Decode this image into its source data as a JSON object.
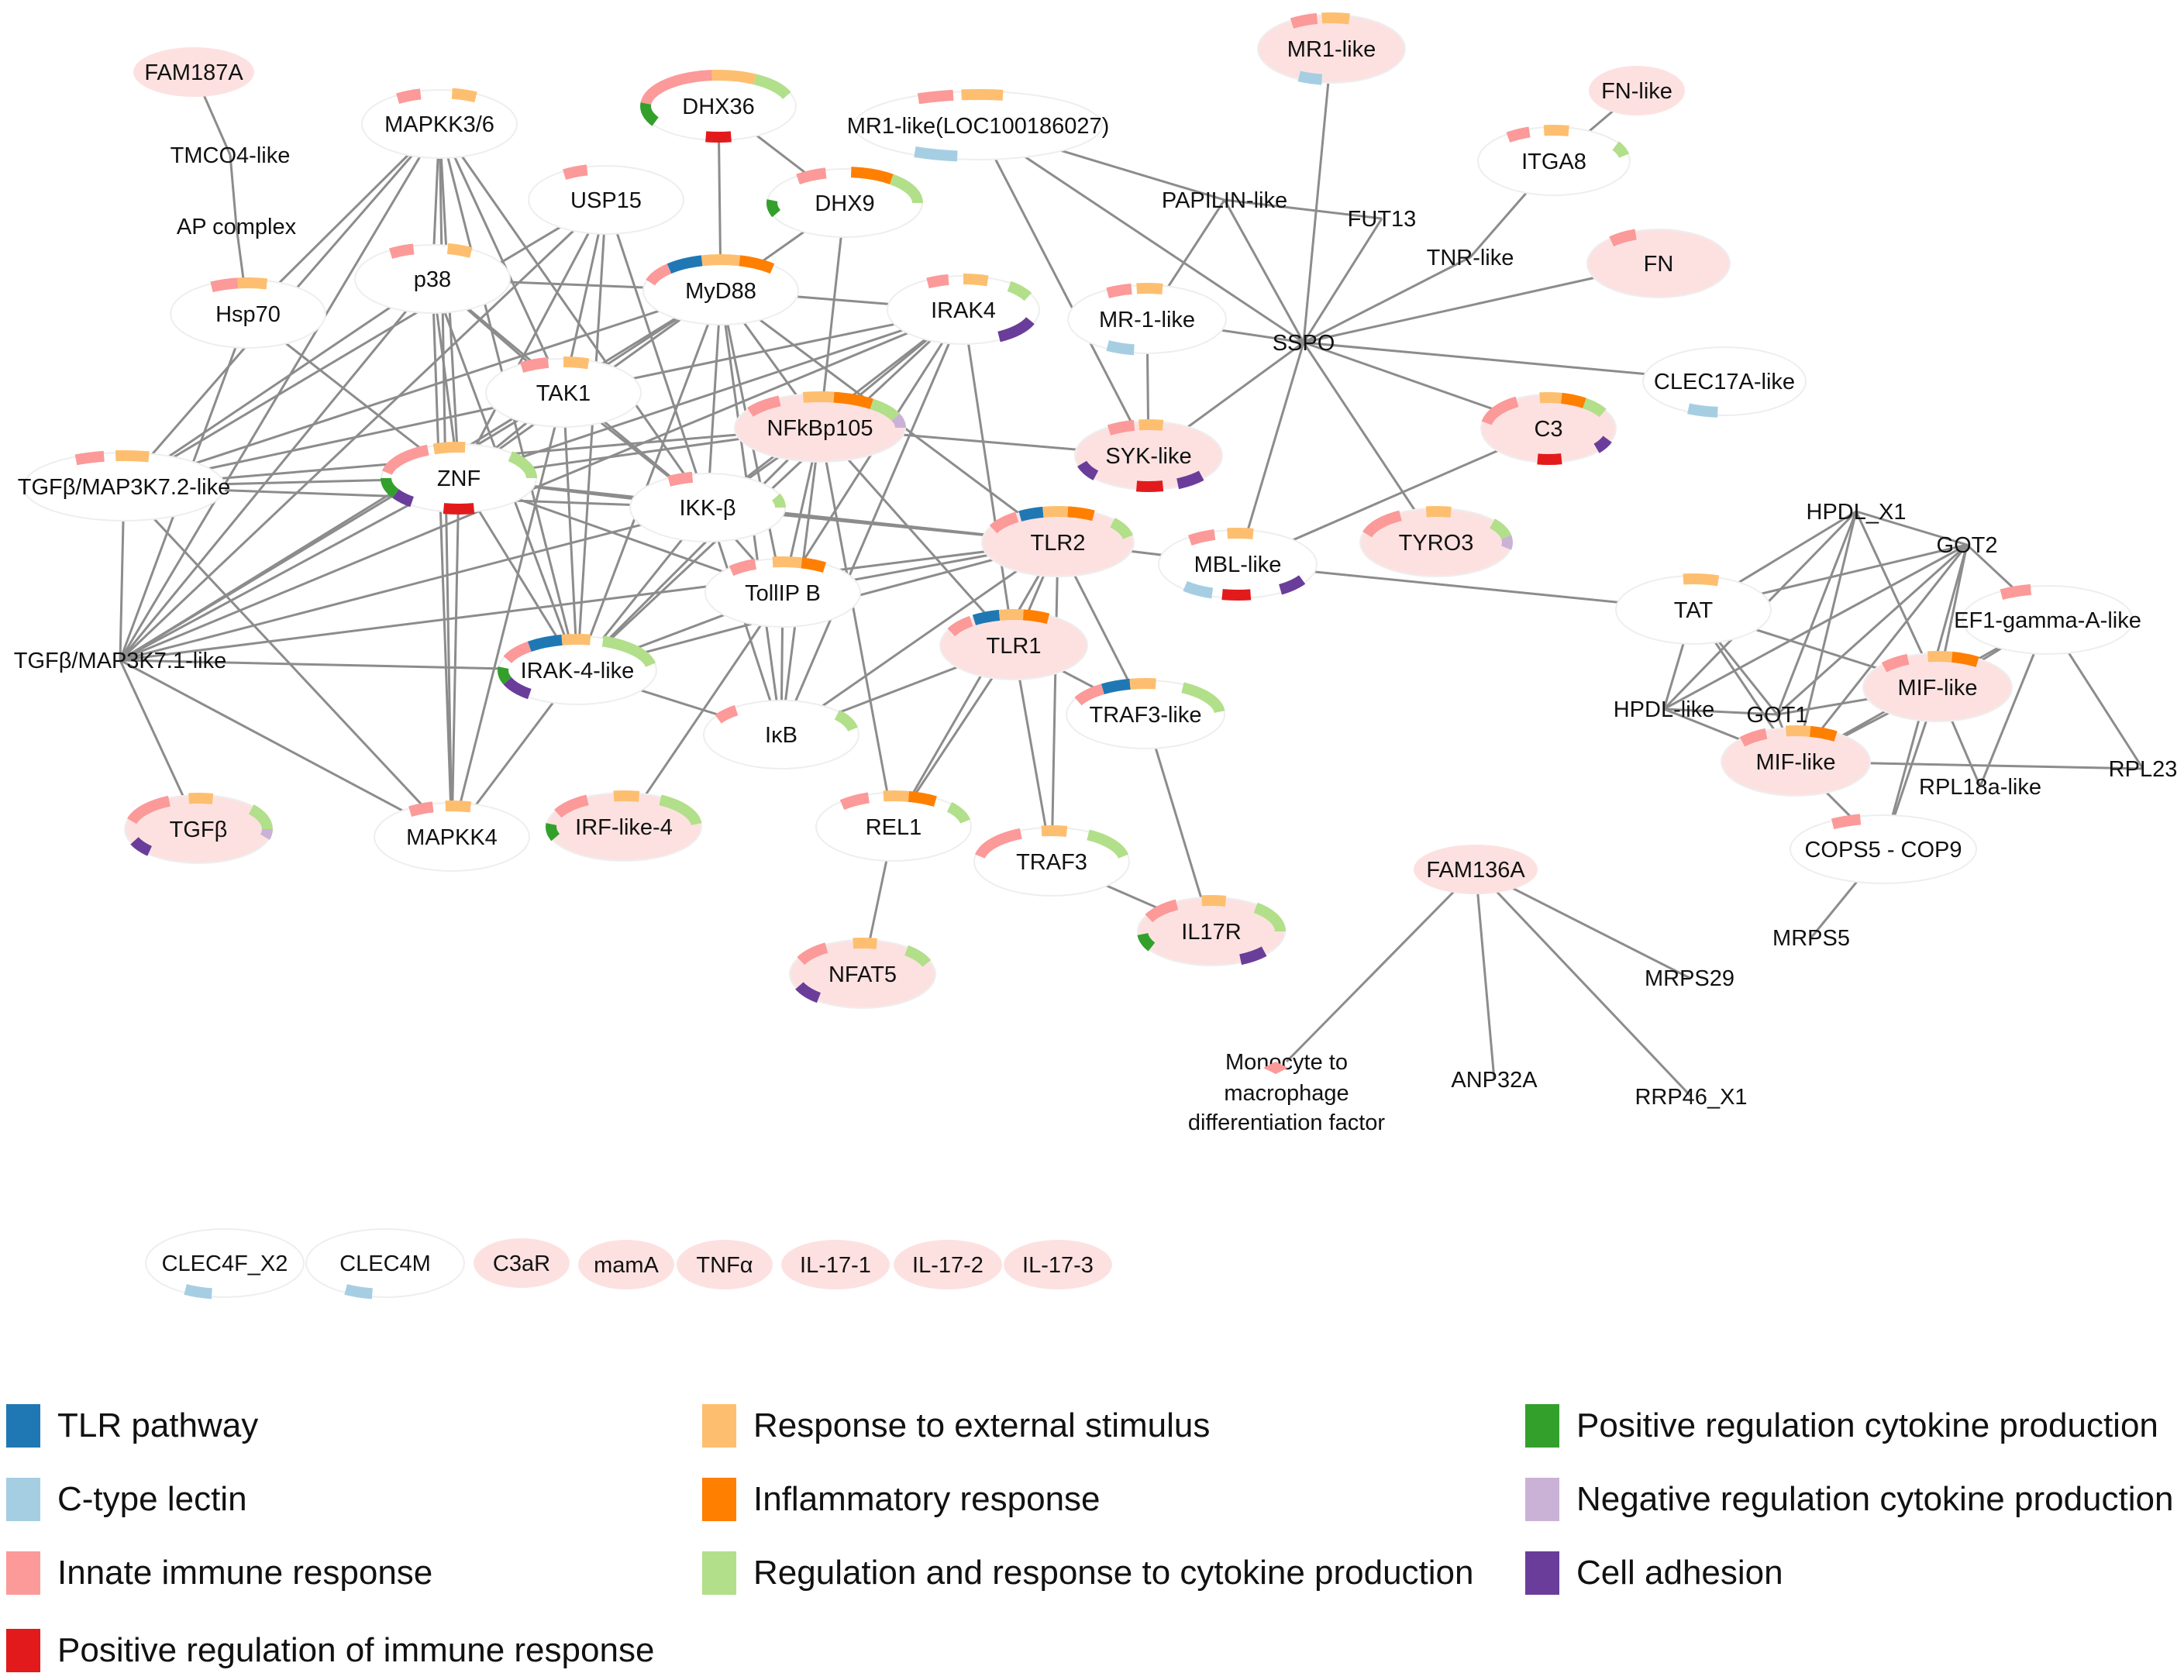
{
  "categories": {
    "tlr": {
      "label": "TLR pathway",
      "color": "#1f78b4"
    },
    "ctype": {
      "label": "C-type lectin",
      "color": "#a6cee3"
    },
    "innate": {
      "label": "Innate immune response",
      "color": "#fb9a99"
    },
    "posimm": {
      "label": "Positive regulation of immune response",
      "color": "#e31a1c"
    },
    "ext": {
      "label": "Response to external stimulus",
      "color": "#fdbf6f"
    },
    "infl": {
      "label": "Inflammatory response",
      "color": "#ff7f00"
    },
    "cyto": {
      "label": "Regulation and response to cytokine production",
      "color": "#b2df8a"
    },
    "poscyto": {
      "label": "Positive regulation cytokine production",
      "color": "#33a02c"
    },
    "negcyto": {
      "label": "Negative regulation cytokine production",
      "color": "#cab2d6"
    },
    "adh": {
      "label": "Cell adhesion",
      "color": "#6a3d9a"
    }
  },
  "legend_order": [
    "tlr",
    "ctype",
    "innate",
    "posimm",
    "ext",
    "infl",
    "cyto",
    "poscyto",
    "negcyto",
    "adh"
  ],
  "nodes": [
    {
      "id": "FAM187A",
      "label": "FAM187A",
      "fill": "pink"
    },
    {
      "id": "TMCO4",
      "label": "TMCO4-like"
    },
    {
      "id": "APcomplex",
      "label": "AP complex"
    },
    {
      "id": "Hsp70",
      "label": "Hsp70",
      "ring": true
    },
    {
      "id": "MAPKK36",
      "label": "MAPKK3/6",
      "ring": true
    },
    {
      "id": "USP15",
      "label": "USP15",
      "ring": true
    },
    {
      "id": "p38",
      "label": "p38",
      "ring": true
    },
    {
      "id": "DHX36",
      "label": "DHX36",
      "ring": true
    },
    {
      "id": "DHX9",
      "label": "DHX9",
      "ring": true
    },
    {
      "id": "MyD88",
      "label": "MyD88",
      "ring": true
    },
    {
      "id": "MR1LOC",
      "label": "MR1-like(LOC100186027)",
      "ring": true
    },
    {
      "id": "MR1like",
      "label": "MR1-like",
      "fill": "pink",
      "ring": true
    },
    {
      "id": "FNlike",
      "label": "FN-like",
      "fill": "pink"
    },
    {
      "id": "ITGA8",
      "label": "ITGA8",
      "ring": true
    },
    {
      "id": "PAPILIN",
      "label": "PAPILIN-like"
    },
    {
      "id": "FUT13",
      "label": "FUT13"
    },
    {
      "id": "TNR",
      "label": "TNR-like"
    },
    {
      "id": "FN",
      "label": "FN",
      "fill": "pink",
      "ring": true
    },
    {
      "id": "IRAK4",
      "label": "IRAK4",
      "ring": true
    },
    {
      "id": "MR1b",
      "label": "MR-1-like",
      "ring": true
    },
    {
      "id": "SSPO",
      "label": "SSPO"
    },
    {
      "id": "CLEC17A",
      "label": "CLEC17A-like",
      "ring": true
    },
    {
      "id": "TAK1",
      "label": "TAK1",
      "ring": true
    },
    {
      "id": "NFkB",
      "label": "NFkBp105",
      "fill": "pink",
      "ring": true
    },
    {
      "id": "SYK",
      "label": "SYK-like",
      "fill": "pink",
      "ring": true
    },
    {
      "id": "C3",
      "label": "C3",
      "fill": "pink",
      "ring": true
    },
    {
      "id": "TGFb72",
      "label": "TGFβ/MAP3K7.2-like",
      "ring": true
    },
    {
      "id": "ZNF",
      "label": "ZNF",
      "ring": true
    },
    {
      "id": "IKKb",
      "label": "IKK-β",
      "ring": true
    },
    {
      "id": "TLR2",
      "label": "TLR2",
      "fill": "pink",
      "ring": true
    },
    {
      "id": "MBL",
      "label": "MBL-like",
      "ring": true
    },
    {
      "id": "TYRO3",
      "label": "TYRO3",
      "fill": "pink",
      "ring": true
    },
    {
      "id": "TollIP",
      "label": "TollIP B",
      "ring": true
    },
    {
      "id": "TGFb71",
      "label": "TGFβ/MAP3K7.1-like"
    },
    {
      "id": "IRAK4like",
      "label": "IRAK-4-like",
      "ring": true
    },
    {
      "id": "TLR1",
      "label": "TLR1",
      "fill": "pink",
      "ring": true
    },
    {
      "id": "IkB",
      "label": "IκB",
      "ring": true
    },
    {
      "id": "TRAF3like",
      "label": "TRAF3-like",
      "ring": true
    },
    {
      "id": "TGFb",
      "label": "TGFβ",
      "fill": "pink",
      "ring": true
    },
    {
      "id": "MAPKK4",
      "label": "MAPKK4",
      "ring": true
    },
    {
      "id": "IRF4",
      "label": "IRF-like-4",
      "fill": "pink",
      "ring": true
    },
    {
      "id": "REL1",
      "label": "REL1",
      "ring": true
    },
    {
      "id": "TRAF3",
      "label": "TRAF3",
      "ring": true
    },
    {
      "id": "IL17R",
      "label": "IL17R",
      "fill": "pink",
      "ring": true
    },
    {
      "id": "NFAT5",
      "label": "NFAT5",
      "fill": "pink",
      "ring": true
    },
    {
      "id": "HPDLX1",
      "label": "HPDL_X1"
    },
    {
      "id": "GOT2",
      "label": "GOT2"
    },
    {
      "id": "TAT",
      "label": "TAT",
      "ring": true
    },
    {
      "id": "EF1g",
      "label": "EF1-gamma-A-like",
      "ring": true
    },
    {
      "id": "HPDLlike",
      "label": "HPDL-like"
    },
    {
      "id": "GOT1",
      "label": "GOT1"
    },
    {
      "id": "MIF1",
      "label": "MIF-like",
      "fill": "pink",
      "ring": true
    },
    {
      "id": "MIF2",
      "label": "MIF-like",
      "fill": "pink",
      "ring": true
    },
    {
      "id": "RPL18a",
      "label": "RPL18a-like"
    },
    {
      "id": "RPL23",
      "label": "RPL23"
    },
    {
      "id": "COPS5",
      "label": "COPS5 - COP9",
      "ring": true
    },
    {
      "id": "FAM136A",
      "label": "FAM136A",
      "fill": "pink"
    },
    {
      "id": "MRPS5",
      "label": "MRPS5"
    },
    {
      "id": "MRPS29",
      "label": "MRPS29"
    },
    {
      "id": "MDF",
      "label": "Monocyte to"
    },
    {
      "id": "MDF2",
      "label": "macrophage"
    },
    {
      "id": "MDF3",
      "label": "differentiation factor"
    },
    {
      "id": "ANP32A",
      "label": "ANP32A"
    },
    {
      "id": "RRP46",
      "label": "RRP46_X1"
    },
    {
      "id": "CLEC4F",
      "label": "CLEC4F_X2",
      "ring": true
    },
    {
      "id": "CLEC4M",
      "label": "CLEC4M",
      "ring": true
    },
    {
      "id": "C3aR",
      "label": "C3aR",
      "fill": "pink"
    },
    {
      "id": "mamA",
      "label": "mamA",
      "fill": "pink"
    },
    {
      "id": "TNFa",
      "label": "TNFα",
      "fill": "pink"
    },
    {
      "id": "IL171",
      "label": "IL-17-1",
      "fill": "pink"
    },
    {
      "id": "IL172",
      "label": "IL-17-2",
      "fill": "pink"
    },
    {
      "id": "IL173",
      "label": "IL-17-3",
      "fill": "pink"
    }
  ]
}
